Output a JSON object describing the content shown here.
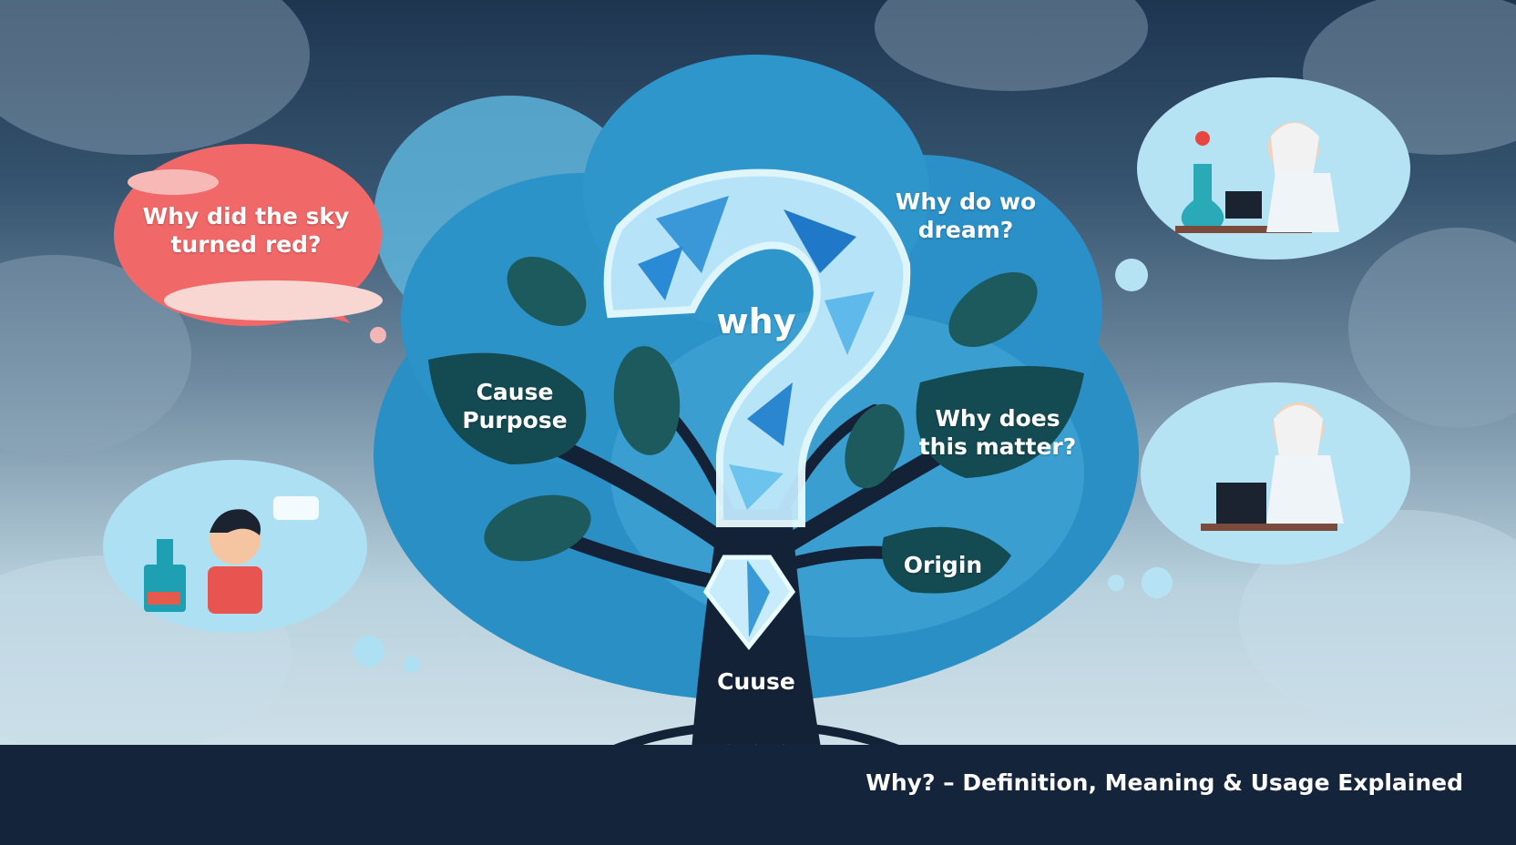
{
  "bubbles": {
    "sky_question": "Why did the sky\nturned red?",
    "dream_question": "Why do wo\ndream?",
    "matter_question": "Why does\nthis matter?"
  },
  "tree": {
    "center_word": "why",
    "leaf_cause_purpose": "Cause\nPurpose",
    "leaf_origin": "Origin",
    "trunk_label": "Cuuse"
  },
  "caption": "Why? – Definition, Meaning & Usage Explained",
  "colors": {
    "sky_bubble": "#f06868",
    "canopy": "#2a8fc5",
    "leaf": "#144a52",
    "trunk": "#142238",
    "footer": "#14243a"
  }
}
